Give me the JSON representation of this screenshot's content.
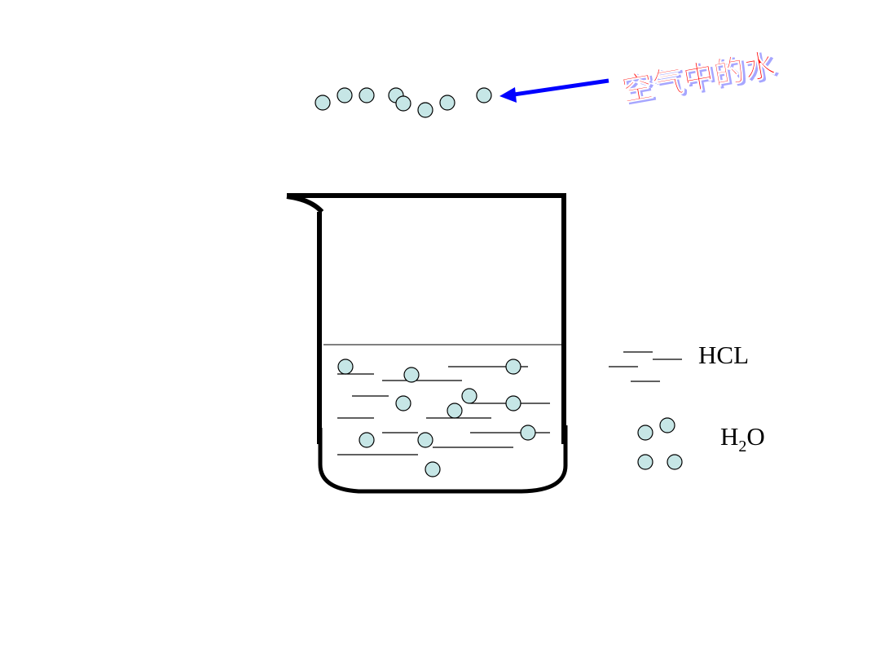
{
  "annotation": {
    "label": "空气中的水",
    "color": "#ff0000",
    "shadow_color": "#a6a6ff",
    "arrow_color": "#0000ff"
  },
  "legend": {
    "hcl_label": "HCL",
    "h2o_label_main": "H",
    "h2o_label_sub": "2",
    "h2o_label_end": "O"
  },
  "colors": {
    "molecule_fill": "#c6e6e6",
    "outline": "#000000",
    "background": "#ffffff"
  }
}
